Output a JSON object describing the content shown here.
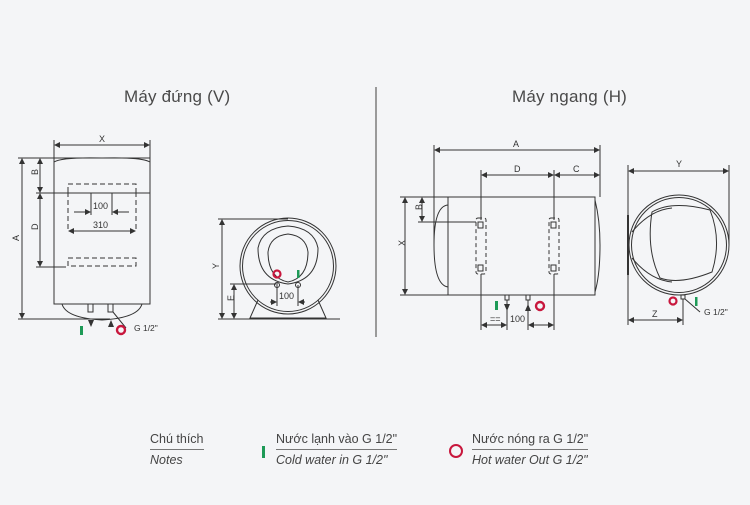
{
  "sections": {
    "vertical": {
      "title": "Máy đứng (V)",
      "front_labels": {
        "x": "X",
        "a": "A",
        "b": "B",
        "d": "D",
        "inner_width": "100",
        "outer_width": "310",
        "pipe": "G 1/2\""
      },
      "side_labels": {
        "y": "Y",
        "e": "E",
        "spacing": "100"
      }
    },
    "horizontal": {
      "title": "Máy ngang (H)",
      "front_labels": {
        "a": "A",
        "d": "D",
        "c": "C",
        "b": "B",
        "x": "X",
        "equal": "==",
        "spacing": "100"
      },
      "side_labels": {
        "y": "Y",
        "z": "Z",
        "pipe": "G 1/2\""
      }
    }
  },
  "legend": {
    "notes": {
      "vi": "Chú thích",
      "en": "Notes"
    },
    "cold": {
      "vi": "Nước lạnh vào G 1/2\"",
      "en": "Cold water in G 1/2\"",
      "icon": "cold-inlet-bar-icon"
    },
    "hot": {
      "vi": "Nước nóng ra G 1/2\"",
      "en": "Hot water Out G 1/2\"",
      "icon": "hot-outlet-ring-icon"
    }
  },
  "colors": {
    "cold": "#1e9a57",
    "hot": "#c8173d",
    "line": "#333333",
    "background": "#f4f5f7"
  }
}
